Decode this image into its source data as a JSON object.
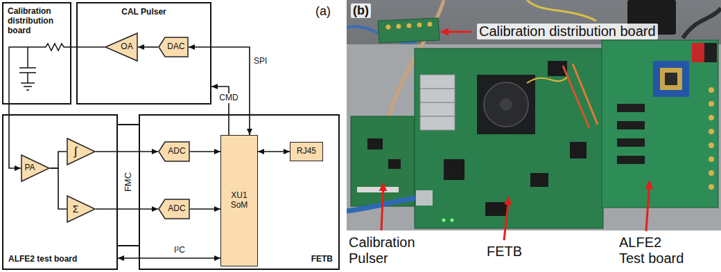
{
  "diagram": {
    "nodes": [
      {
        "text": [
          "Calibration distribution board"
        ]
      },
      {
        "text": [
          "CAL Pulser"
        ]
      },
      {
        "text": [
          "OA"
        ],
        "in": 1
      },
      {
        "text": [
          "DAC"
        ],
        "in": 1
      },
      {
        "text": [
          "ALFE2 test board"
        ]
      },
      {
        "text": [
          "PA"
        ],
        "in": 4
      },
      {
        "text": [
          "∫"
        ],
        "in": 4
      },
      {
        "text": [
          "Σ"
        ],
        "in": 4
      },
      {
        "text": [
          "FETB"
        ]
      },
      {
        "text": [
          "ADC"
        ],
        "in": 8
      },
      {
        "text": [
          "ADC"
        ],
        "in": 8
      },
      {
        "text": [
          "XU1 SoM"
        ],
        "in": 8
      },
      {
        "text": [
          "RJ45"
        ],
        "in": 8
      }
    ],
    "edges": [
      {
        "from": 3,
        "to": 2,
        "arrow": "to"
      },
      {
        "from": 2,
        "to": 0,
        "arrow": "none"
      },
      {
        "from": 0,
        "to": 5,
        "arrow": "to"
      },
      {
        "from": 5,
        "to": 6,
        "arrow": "none"
      },
      {
        "from": 5,
        "to": 7,
        "arrow": "none"
      },
      {
        "from": 6,
        "to": 9,
        "arrow": "to"
      },
      {
        "from": 7,
        "to": 10,
        "arrow": "to"
      },
      {
        "from": 9,
        "to": 11,
        "arrow": "to"
      },
      {
        "from": 10,
        "to": 11,
        "arrow": "to"
      },
      {
        "from": 11,
        "to": 12,
        "arrow": "both"
      },
      {
        "from": 11,
        "to": 3,
        "arrow": "both",
        "label": "SPI"
      },
      {
        "from": 11,
        "to": 1,
        "arrow": "to",
        "label": "CMD"
      },
      {
        "from": 4,
        "to": 11,
        "arrow": "both",
        "label": "I²C"
      }
    ],
    "labels": [
      "(a)",
      "FMC",
      "(b)",
      "Calibration distribution board",
      "Calibration Pulser",
      "FETB",
      "ALFE2 Test board"
    ]
  }
}
